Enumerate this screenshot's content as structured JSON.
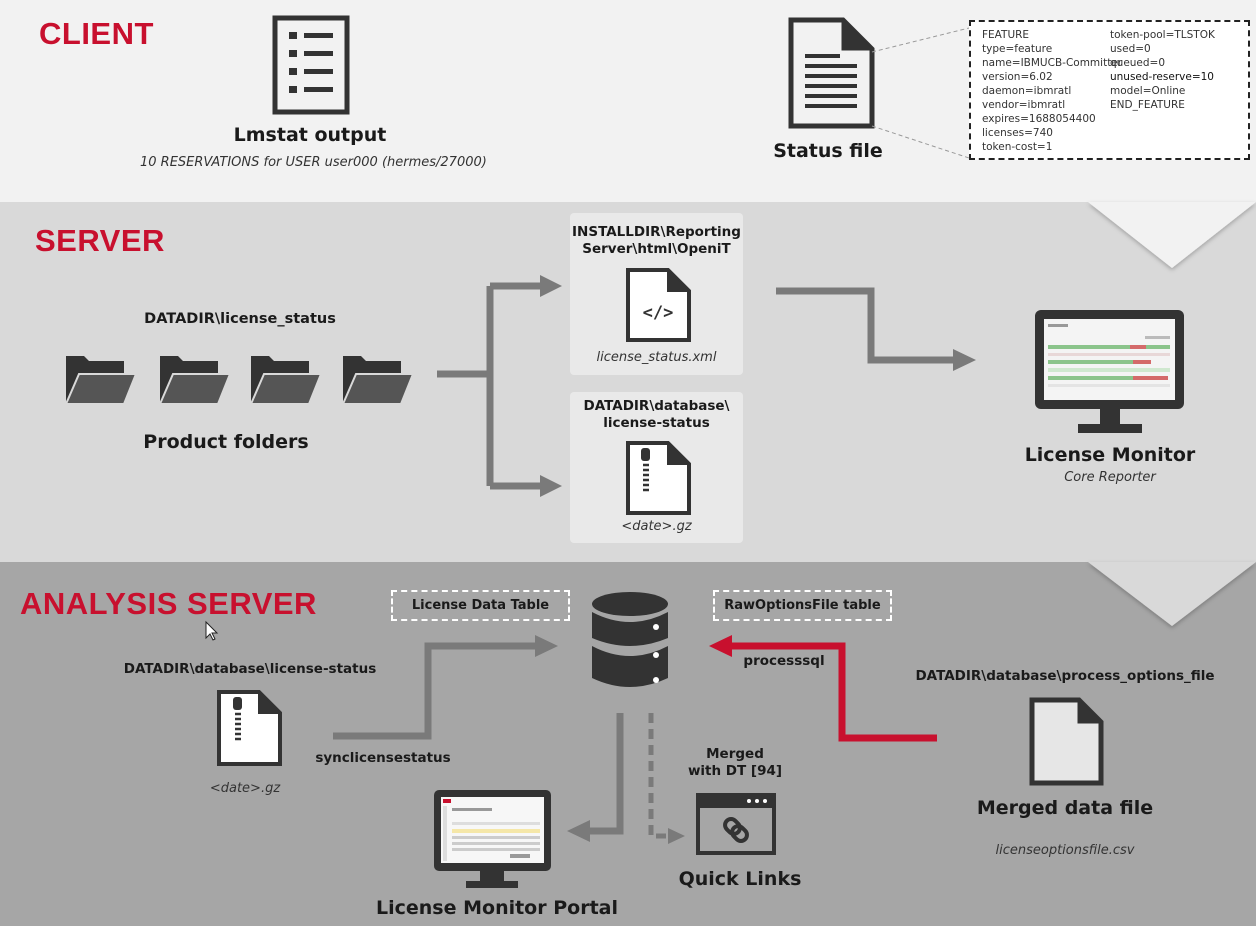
{
  "sections": {
    "client": "CLIENT",
    "server": "SERVER",
    "analysis": "ANALYSIS SERVER"
  },
  "client": {
    "lmstat": {
      "title": "Lmstat output",
      "subtitle": "10 RESERVATIONS for USER user000 (hermes/27000)",
      "icon": "list-document-icon"
    },
    "status_file": {
      "title": "Status file",
      "icon": "document-icon",
      "lines_left": [
        "FEATURE",
        "type=feature",
        "name=IBMUCB-Committer",
        "version=6.02",
        "daemon=ibmratl",
        "vendor=ibmratl",
        "expires=1688054400",
        "licenses=740",
        "token-cost=1"
      ],
      "lines_right": [
        "token-pool=TLSTOK",
        "used=0",
        "queued=0",
        "unused-reserve=10",
        "model=Online",
        "END_FEATURE"
      ]
    }
  },
  "server": {
    "datadir_label": "DATADIR\\license_status",
    "product_folders": "Product folders",
    "folder_icon": "folder-icon",
    "xml_card": {
      "path": "INSTALLDIR\\Reporting Server\\html\\OpeniT",
      "path_line1": "INSTALLDIR\\Reporting",
      "path_line2": "Server\\html\\OpeniT",
      "file": "license_status.xml",
      "icon": "code-file-icon"
    },
    "gz_card": {
      "path_line1": "DATADIR\\database\\",
      "path_line2": "license-status",
      "file": "<date>.gz",
      "icon": "zip-file-icon"
    },
    "monitor": {
      "title": "License Monitor",
      "subtitle": "Core Reporter",
      "icon": "monitor-icon"
    }
  },
  "analysis": {
    "license_data_table": "License Data Table",
    "raw_options_table": "RawOptionsFile table",
    "source_label": "DATADIR\\database\\license-status",
    "source_file": "<date>.gz",
    "sync_label": "synclicensestatus",
    "process_label": "processsql",
    "options_dir": "DATADIR\\database\\process_options_file",
    "merged_file": {
      "title": "Merged data file",
      "file": "licenseoptionsfile.csv"
    },
    "merged_dt": "Merged with DT [94]",
    "merged_dt_line1": "Merged",
    "merged_dt_line2": "with DT [94]",
    "quick_links": "Quick Links",
    "portal": "License Monitor Portal",
    "icons": {
      "database": "database-icon",
      "link": "link-window-icon",
      "portal": "portal-monitor-icon",
      "cursor": "mouse-cursor-icon"
    }
  },
  "colors": {
    "accent_red": "#c8102e",
    "arrow_gray": "#7a7a7a",
    "icon_dark": "#333333"
  }
}
